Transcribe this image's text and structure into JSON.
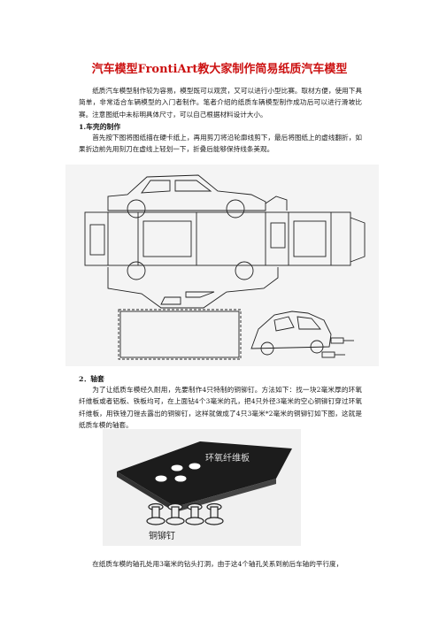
{
  "document": {
    "title": "汽车模型FrontiArt教大家制作简易纸质汽车模型",
    "intro": "纸质汽车模型制作较为容易，模型既可以观赏，又可以进行小型比赛。取材方便，使用下具简单，非常适合车辆模型的入门者制作。笔者介绍的纸质车辆模型制作成功后可以进行滑坡比赛。注意图纸中未标明具体尺寸，可以自己根据材料设计大小。",
    "section1": {
      "heading": "1.车壳的制作",
      "body": "首先按下图将图纸描在硬卡纸上，再用剪刀将沿轮廓线剪下，最后将图纸上的虚线翻折，如果折边前先用刻刀在虚线上轻划一下，折叠后能够保持线条美观。"
    },
    "section2": {
      "heading": "2．轴套",
      "body": "为了让纸质车模经久耐用，先要制作4只特制的铜铆钉。方法如下：找一块2毫米厚的环氧纤维板或者铝板、铁板均可，在上面钻4个3毫米的孔，把4只外径3毫米的空心铜铆钉穿过环氧纤维板，用铁锉刀锉去露出的铜铆钉，这样就做成了4只3毫米*2毫米的铜铆钉如下图，这就是纸质车模的轴套。",
      "figure_labels": {
        "board": "环氧纤维板",
        "rivet": "铜铆钉"
      }
    },
    "closing": "在纸质车模的轴孔处用3毫米的钻头打洞，由于这4个轴孔关系到前后车轴的平行度，"
  }
}
